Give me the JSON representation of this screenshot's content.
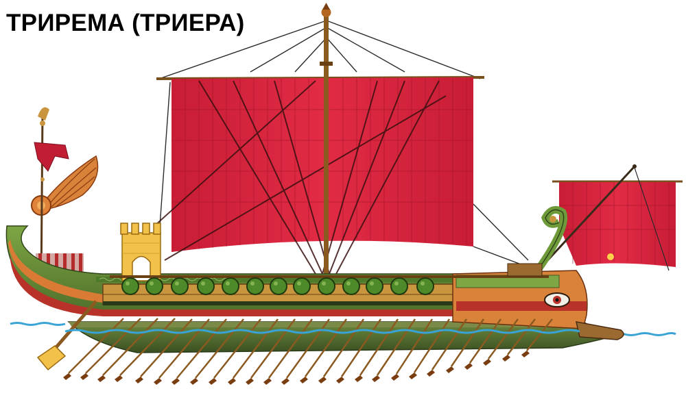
{
  "title": "ТРИРЕМА (ТРИЕРА)",
  "colors": {
    "sail": "#d9233e",
    "sail_seam": "#a3132a",
    "hull_green": "#6f9a3a",
    "hull_green_dark": "#3f5c22",
    "hull_orange": "#d97a35",
    "hull_red": "#b8322a",
    "wood": "#c9963f",
    "water": "#3aa3d6",
    "rope": "#2a2a2a"
  },
  "scene": {
    "main_sail": "main-sail",
    "fore_sail": "fore-sail",
    "shields_count": 13,
    "oars_count": 26
  }
}
